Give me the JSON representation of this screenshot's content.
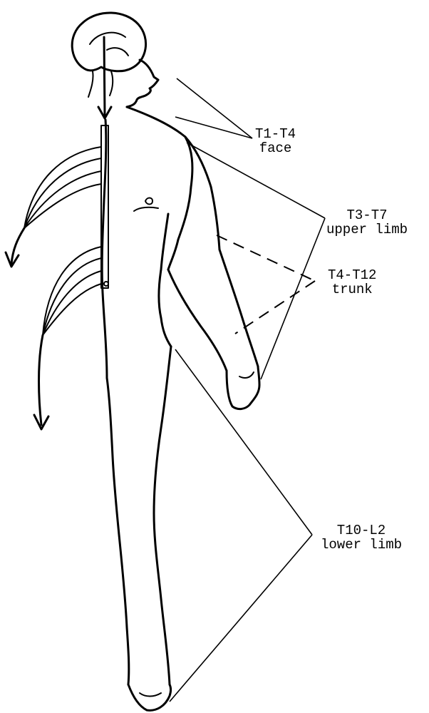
{
  "labels": {
    "face": {
      "segments": "T1-T4",
      "region": "face"
    },
    "upper_limb": {
      "segments": "T3-T7",
      "region": "upper limb"
    },
    "trunk": {
      "segments": "T4-T12",
      "region": "trunk"
    },
    "lower_limb": {
      "segments": "T10-L2",
      "region": "lower limb"
    }
  },
  "colors": {
    "ink": "#000000",
    "background": "#ffffff"
  }
}
